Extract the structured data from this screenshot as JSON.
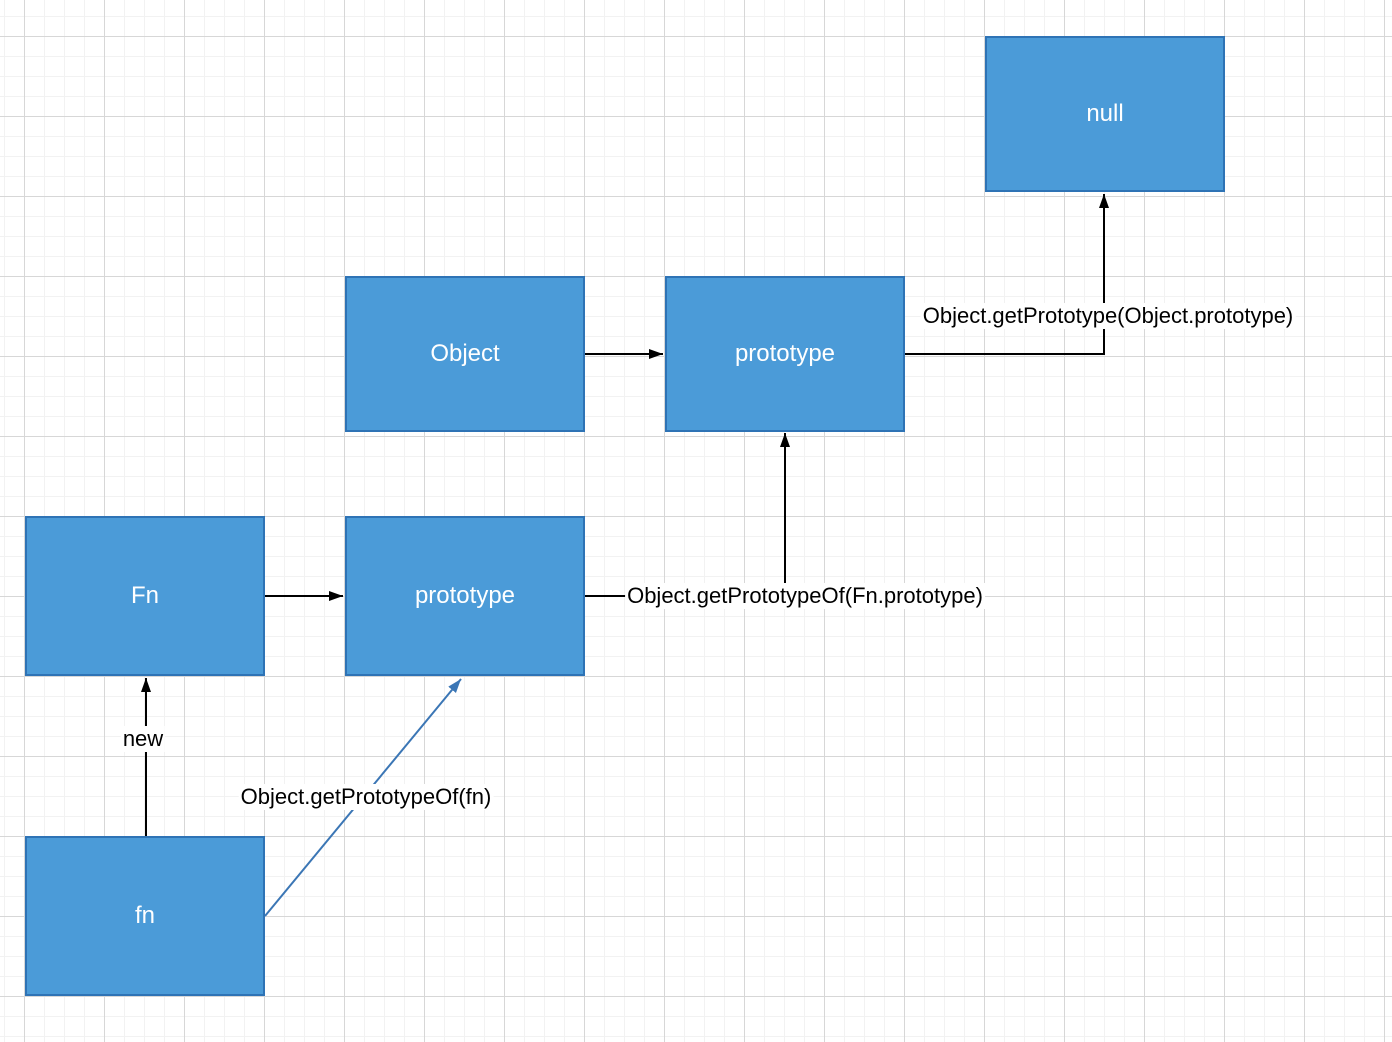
{
  "colors": {
    "background": "#ffffff",
    "grid_minor": "#f2f2f2",
    "grid_major": "#d7d7d7",
    "node_fill": "#4b9bd8",
    "node_border": "#2e73b5",
    "node_text": "#ffffff",
    "edge_black": "#000000",
    "edge_blue": "#3b76b5",
    "edge_label_text": "#000000"
  },
  "nodes": [
    {
      "id": "null",
      "label": "null"
    },
    {
      "id": "object",
      "label": "Object"
    },
    {
      "id": "object-prototype",
      "label": "prototype"
    },
    {
      "id": "fn-constructor",
      "label": "Fn"
    },
    {
      "id": "fn-prototype",
      "label": "prototype"
    },
    {
      "id": "fn-instance",
      "label": "fn"
    }
  ],
  "edge_labels": {
    "object_prototype_to_null": "Object.getPrototype(Object.prototype)",
    "fn_prototype_to_object_prototype": "Object.getPrototypeOf(Fn.prototype)",
    "fn_to_fn_constructor": "new",
    "fn_to_fn_prototype": "Object.getPrototypeOf(fn)"
  }
}
